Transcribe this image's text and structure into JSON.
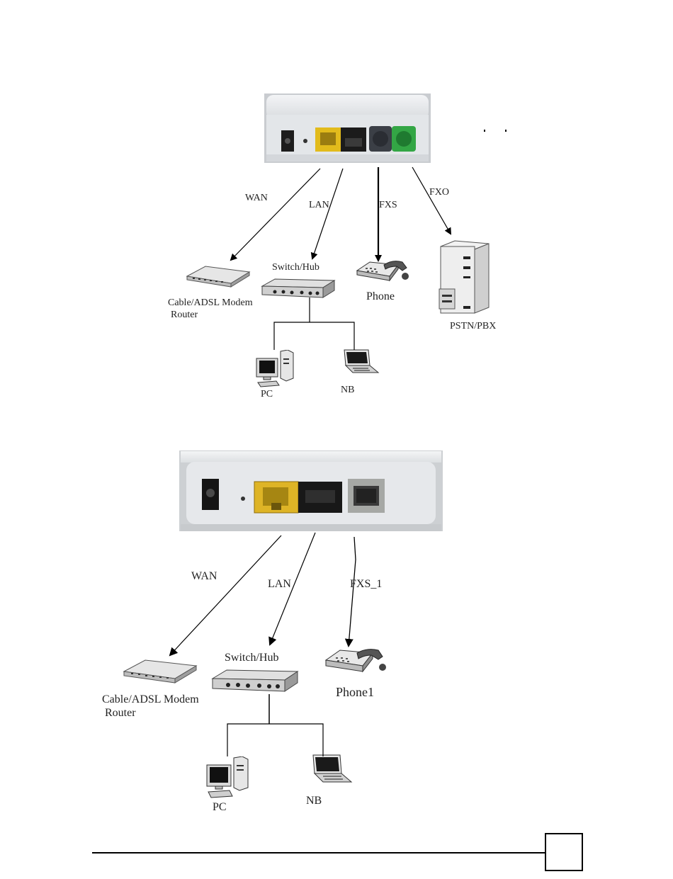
{
  "diagram1": {
    "links": {
      "wan": "WAN",
      "lan": "LAN",
      "fxs": "FXS",
      "fxo": "FXO"
    },
    "devices": {
      "modem": [
        "Cable/ADSL Modem",
        "Router"
      ],
      "switch": "Switch/Hub",
      "phone": "Phone",
      "pbx": "PSTN/PBX",
      "pc": "PC",
      "nb": "NB"
    }
  },
  "diagram2": {
    "links": {
      "wan": "WAN",
      "lan": "LAN",
      "fxs": "FXS_1"
    },
    "devices": {
      "modem": [
        "Cable/ADSL Modem",
        "Router"
      ],
      "switch": "Switch/Hub",
      "phone": "Phone1",
      "pc": "PC",
      "nb": "NB"
    }
  },
  "colors": {
    "device_panel": "#e4e7ea",
    "wan_port": "#e8c020",
    "lan_port": "#1a1a1a",
    "fxs_port_dark": "#3a3e44",
    "fxo_port": "#35a844",
    "fxs_port_gray": "#a7a9a6"
  },
  "icons": [
    "gateway-device",
    "modem-icon",
    "switch-icon",
    "phone-icon",
    "server-icon",
    "pc-icon",
    "laptop-icon"
  ]
}
